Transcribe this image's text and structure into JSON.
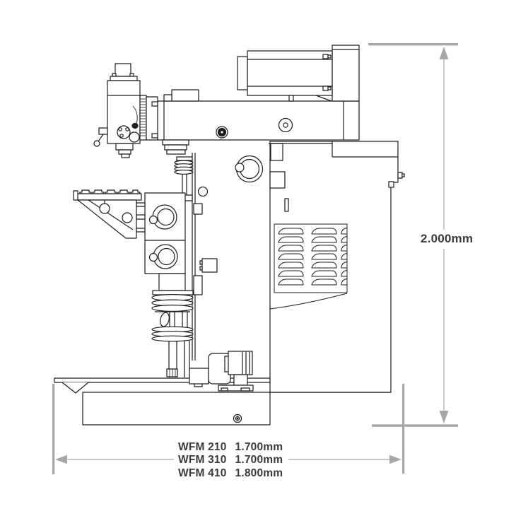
{
  "figure": {
    "colors": {
      "line": "#1c1c1c",
      "dimension": "#a6a6a6",
      "label_text": "#3b3b3b",
      "background": "#ffffff"
    },
    "height_dimension": {
      "label": "2.000mm"
    },
    "width_dimension": {
      "models": [
        {
          "model": "WFM 210",
          "value": "1.700mm"
        },
        {
          "model": "WFM 310",
          "value": "1.700mm"
        },
        {
          "model": "WFM 410",
          "value": "1.800mm"
        }
      ]
    }
  }
}
